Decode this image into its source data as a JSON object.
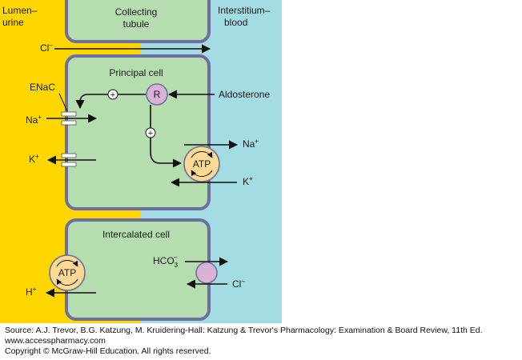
{
  "regions": {
    "lumen": "Lumen–\nurine",
    "interstitium": "Interstitium–\nblood"
  },
  "collecting_tubule": "Collecting\ntubule",
  "chloride_top": {
    "base": "Cl",
    "sup": "–"
  },
  "principal_cell": {
    "title": "Principal cell",
    "enac": "ENaC",
    "na_in": {
      "base": "Na",
      "sup": "+"
    },
    "k_out": {
      "base": "K",
      "sup": "+"
    },
    "receptor": "R",
    "plus_a": "+",
    "plus_b": "+",
    "aldosterone": "Aldosterone",
    "pump": "ATP",
    "pump_na": {
      "base": "Na",
      "sup": "+"
    },
    "pump_k": {
      "base": "K",
      "sup": "+"
    }
  },
  "intercalated_cell": {
    "title": "Intercalated cell",
    "pump": "ATP",
    "h_out": {
      "base": "H",
      "sup": "+"
    },
    "hco3": {
      "base": "HCO",
      "sub": "3",
      "sup": "–"
    },
    "cl_in": {
      "base": "Cl",
      "sup": "–"
    }
  },
  "footer": {
    "source": "Source: A.J. Trevor, B.G. Katzung, M. Kruidering-Hall: Katzung & Trevor's Pharmacology: Examination & Board Review, 11th Ed.",
    "url": "www.accesspharmacy.com",
    "copyright": "Copyright © McGraw-Hill Education.  All rights reserved."
  },
  "colors": {
    "lumen": "#FFD700",
    "interstitium": "#A3DCE2",
    "cell_fill": "#B5DDB0",
    "cell_border": "#6C6FA0",
    "pump_fill": "#FCD995",
    "receptor_fill": "#D8B3D6"
  }
}
